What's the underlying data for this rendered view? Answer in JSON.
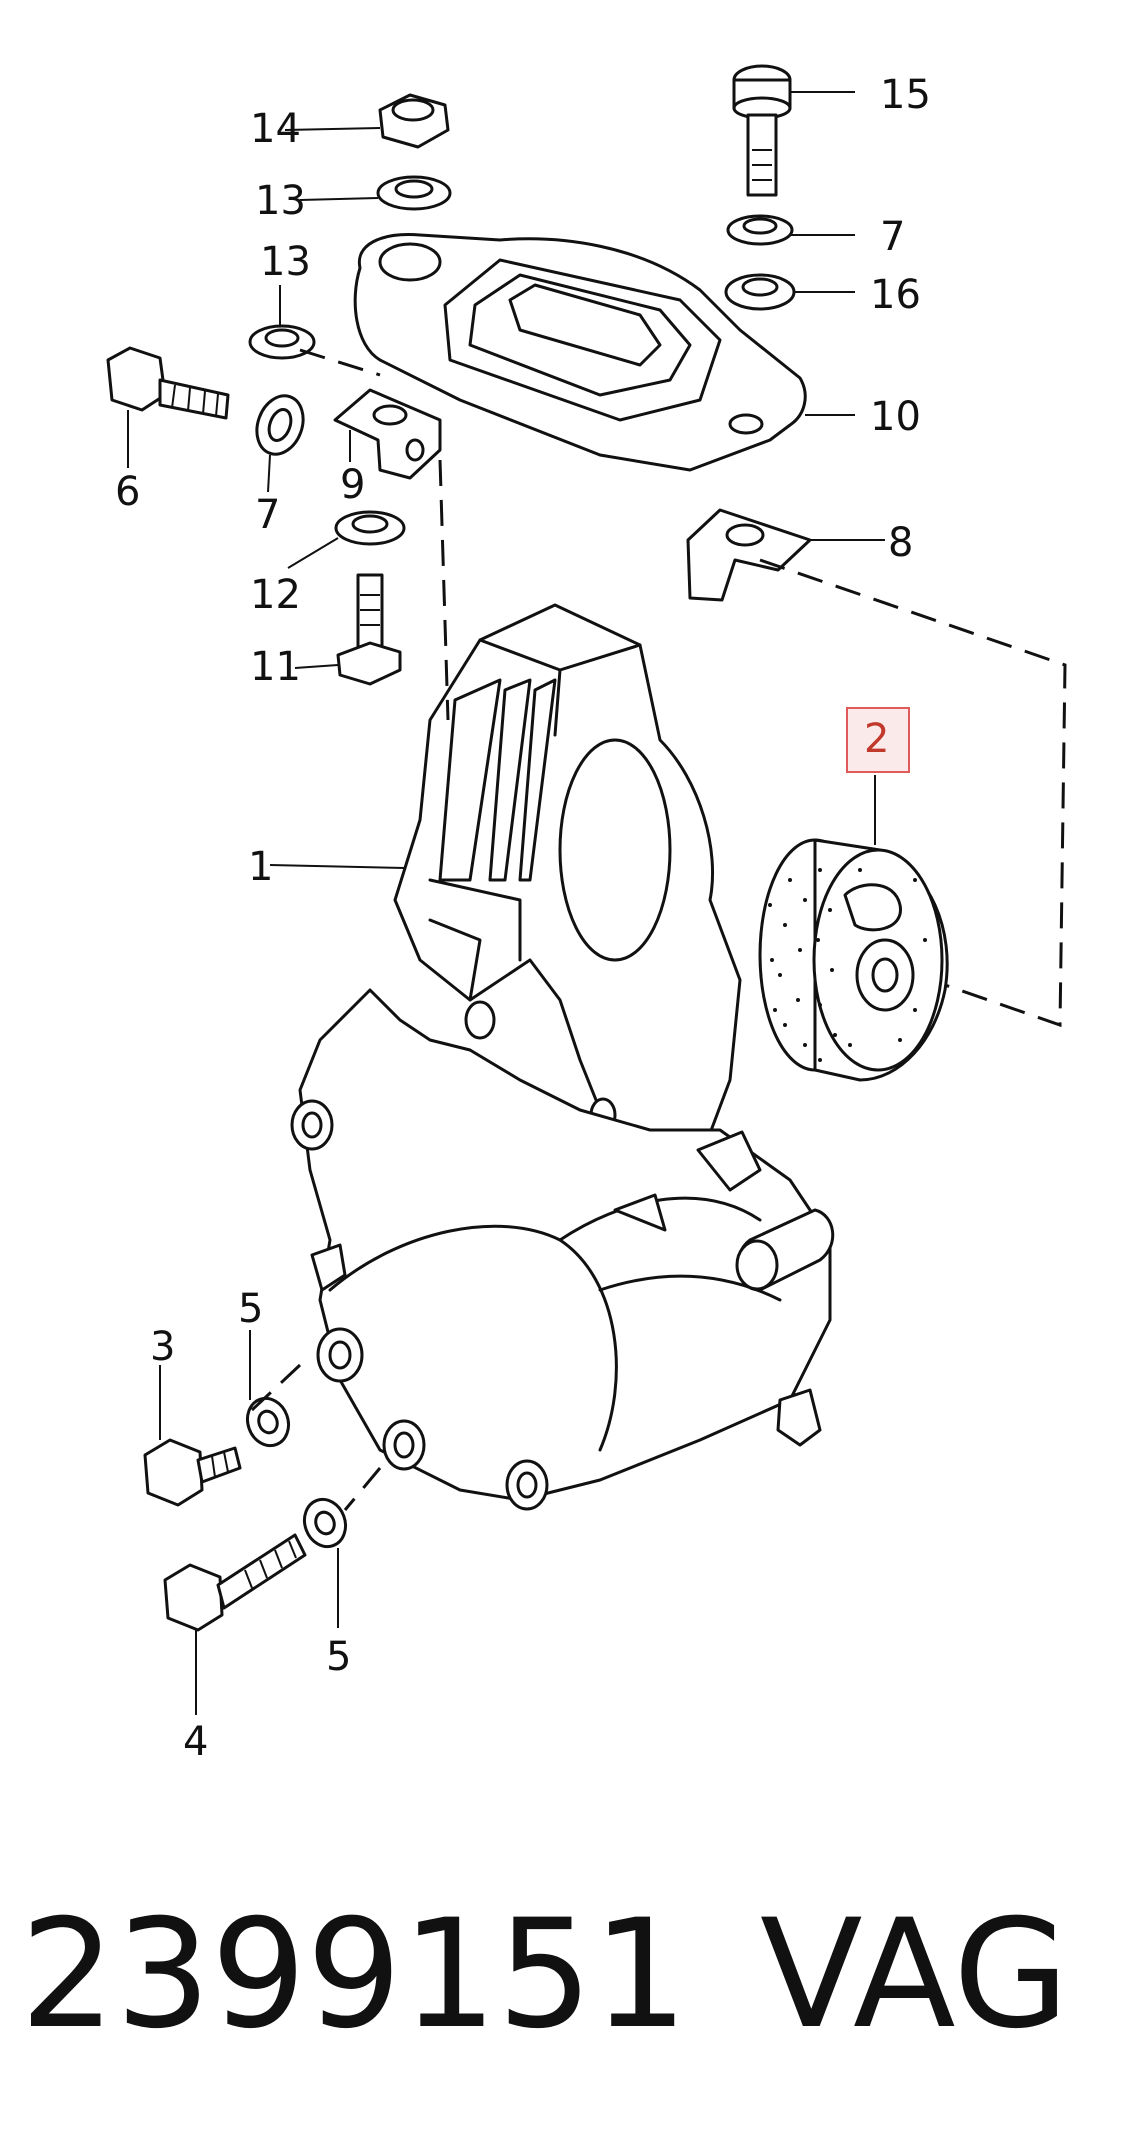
{
  "diagram": {
    "callouts": [
      "1",
      "2",
      "3",
      "4",
      "5",
      "5",
      "6",
      "7",
      "7",
      "8",
      "9",
      "10",
      "11",
      "12",
      "13",
      "13",
      "14",
      "15",
      "16"
    ],
    "highlighted_callout": "2",
    "highlight_color": "#e05a5a"
  },
  "caption": {
    "part_number": "2399151",
    "brand": "VAG"
  }
}
